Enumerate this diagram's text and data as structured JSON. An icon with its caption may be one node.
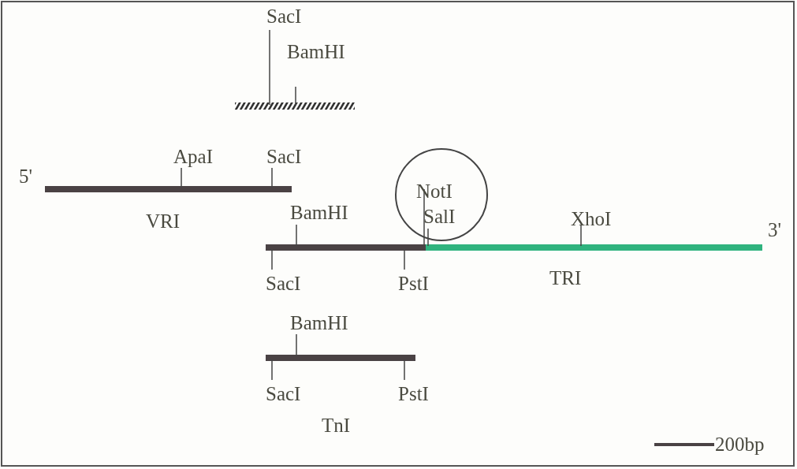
{
  "diagram": {
    "labels": [
      "SacI",
      "BamHI",
      "ApaI",
      "SacI",
      "5'",
      "NotI",
      "BamHI",
      "VRI",
      "SalI",
      "XhoI",
      "3'",
      "SacI",
      "PstI",
      "TRI",
      "BamHI",
      "SacI",
      "PstI",
      "TnI",
      "200bp"
    ]
  }
}
